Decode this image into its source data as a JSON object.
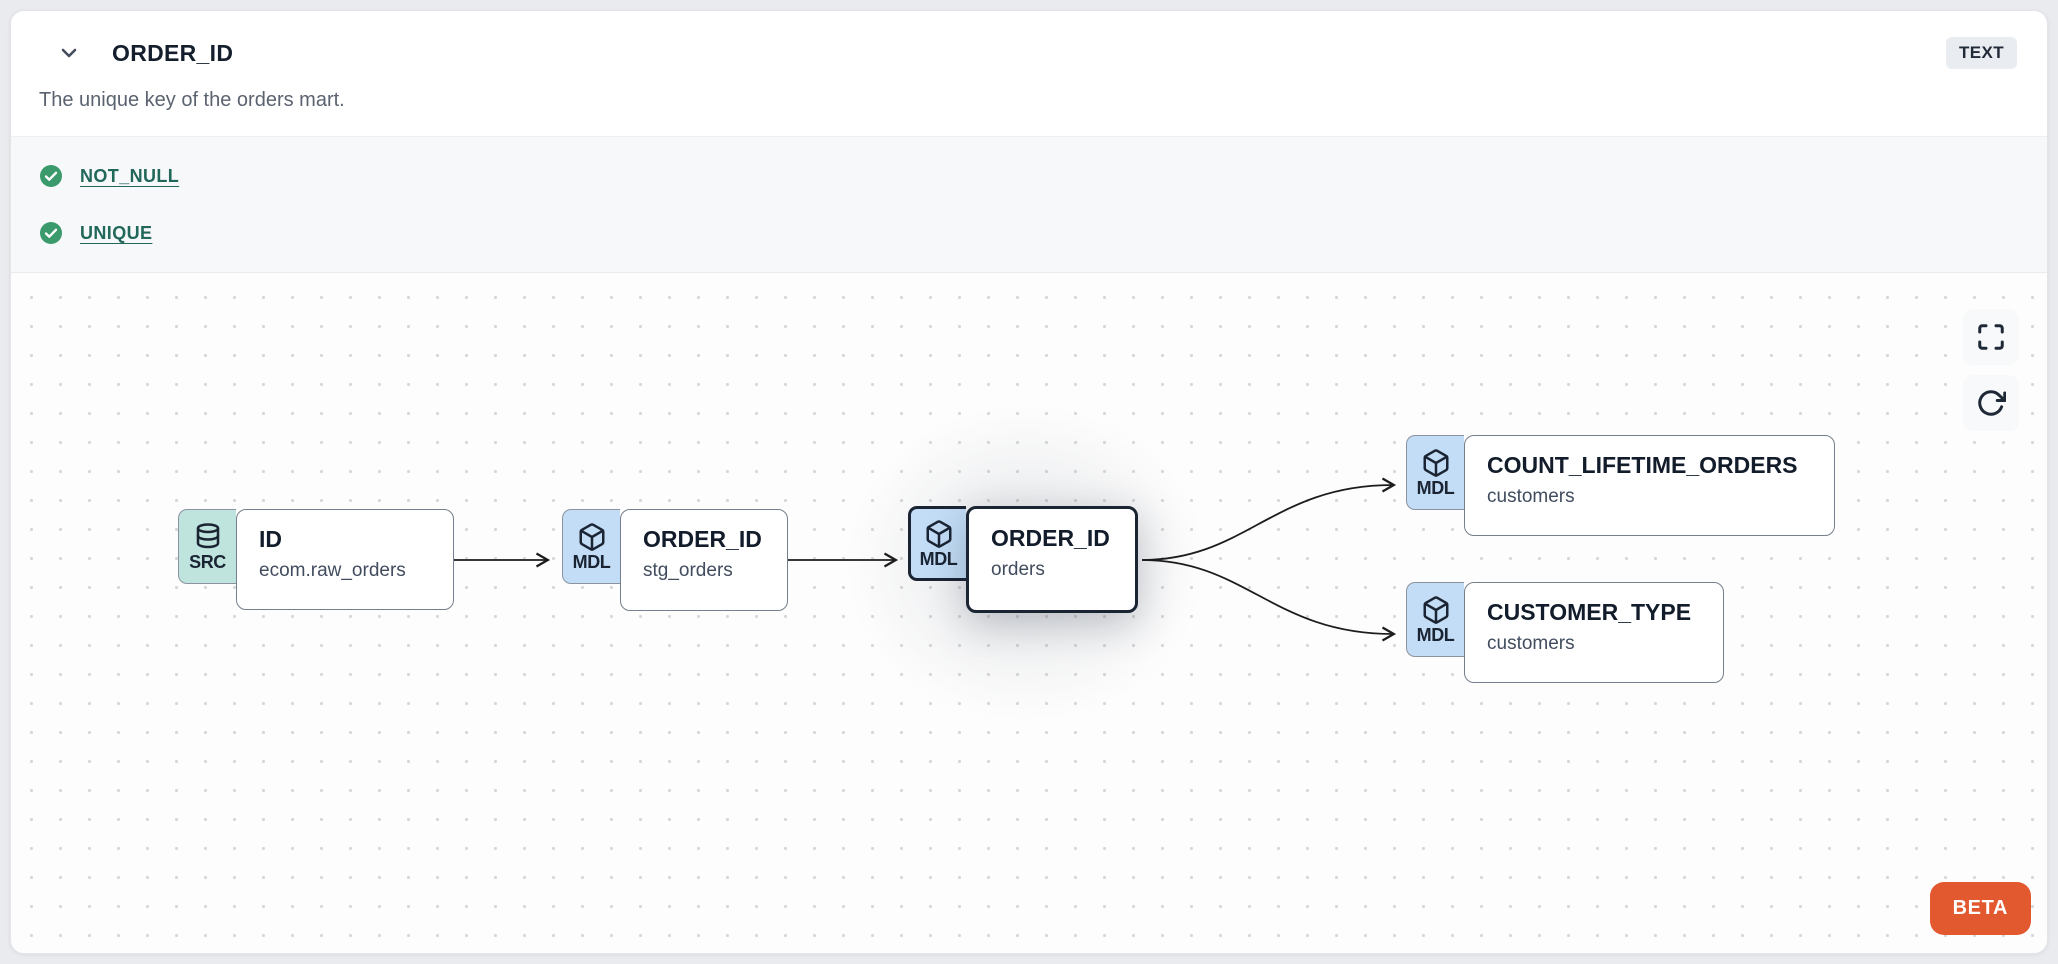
{
  "panel": {
    "title": "ORDER_ID",
    "type_badge": "TEXT",
    "description": "The unique key of the orders mart.",
    "tests": [
      {
        "name": "NOT_NULL",
        "status": "pass",
        "icon": "check-circle-icon"
      },
      {
        "name": "UNIQUE",
        "status": "pass",
        "icon": "check-circle-icon"
      }
    ]
  },
  "lineage": {
    "nodes": [
      {
        "id": "src",
        "kind": "SRC",
        "icon": "database-icon",
        "title": "ID",
        "subtitle": "ecom.raw_orders",
        "selected": false
      },
      {
        "id": "stg",
        "kind": "MDL",
        "icon": "cube-icon",
        "title": "ORDER_ID",
        "subtitle": "stg_orders",
        "selected": false
      },
      {
        "id": "orders",
        "kind": "MDL",
        "icon": "cube-icon",
        "title": "ORDER_ID",
        "subtitle": "orders",
        "selected": true
      },
      {
        "id": "count",
        "kind": "MDL",
        "icon": "cube-icon",
        "title": "COUNT_LIFETIME_ORDERS",
        "subtitle": "customers",
        "selected": false
      },
      {
        "id": "ctype",
        "kind": "MDL",
        "icon": "cube-icon",
        "title": "CUSTOMER_TYPE",
        "subtitle": "customers",
        "selected": false
      }
    ],
    "edges": [
      {
        "from": "src",
        "to": "stg"
      },
      {
        "from": "stg",
        "to": "orders"
      },
      {
        "from": "orders",
        "to": "count"
      },
      {
        "from": "orders",
        "to": "ctype"
      }
    ],
    "controls": {
      "fullscreen": "fullscreen-icon",
      "refresh": "refresh-icon"
    },
    "beta_label": "BETA"
  },
  "colors": {
    "test_pass_green": "#3a9a6b",
    "test_link": "#21685b",
    "mdl_badge_bg": "#c3ddf6",
    "src_badge_bg": "#bfe3dd",
    "selected_border": "#1a2433",
    "beta_orange": "#e2582f",
    "type_badge_bg": "#e9ecf0"
  }
}
